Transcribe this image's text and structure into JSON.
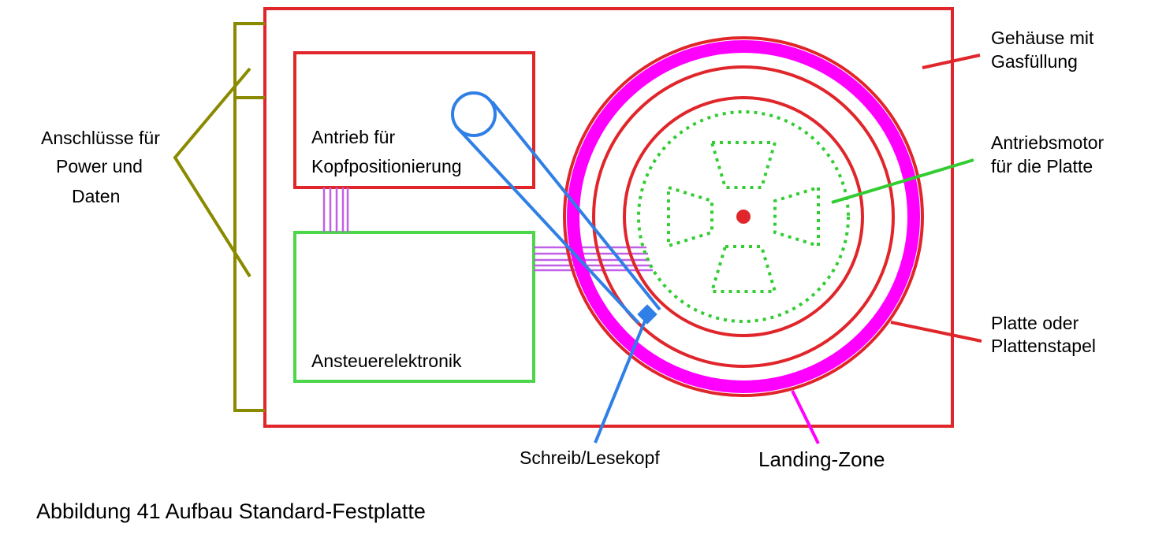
{
  "labels": {
    "anschluesse": [
      "Anschlüsse für",
      "Power und",
      "Daten"
    ],
    "antrieb": [
      "Antrieb für",
      "Kopfpositionierung"
    ],
    "ansteuer": "Ansteuerelektronik",
    "gehaeuse": [
      "Gehäuse mit",
      "Gasfüllung"
    ],
    "motor": [
      "Antriebsmotor",
      "für die Platte"
    ],
    "platte": [
      "Platte oder",
      "Plattenstapel"
    ],
    "kopf": "Schreib/Lesekopf",
    "landing": "Landing-Zone"
  },
  "caption": "Abbildung 41 Aufbau Standard-Festplatte",
  "colors": {
    "housing": "#e0262b",
    "connector": "#8a8a00",
    "electronics": "#4cd64c",
    "actuator": "#2f7fe6",
    "landing_zone": "#ff00ff",
    "wires": "#c060e6",
    "motor": "#33cc33"
  }
}
